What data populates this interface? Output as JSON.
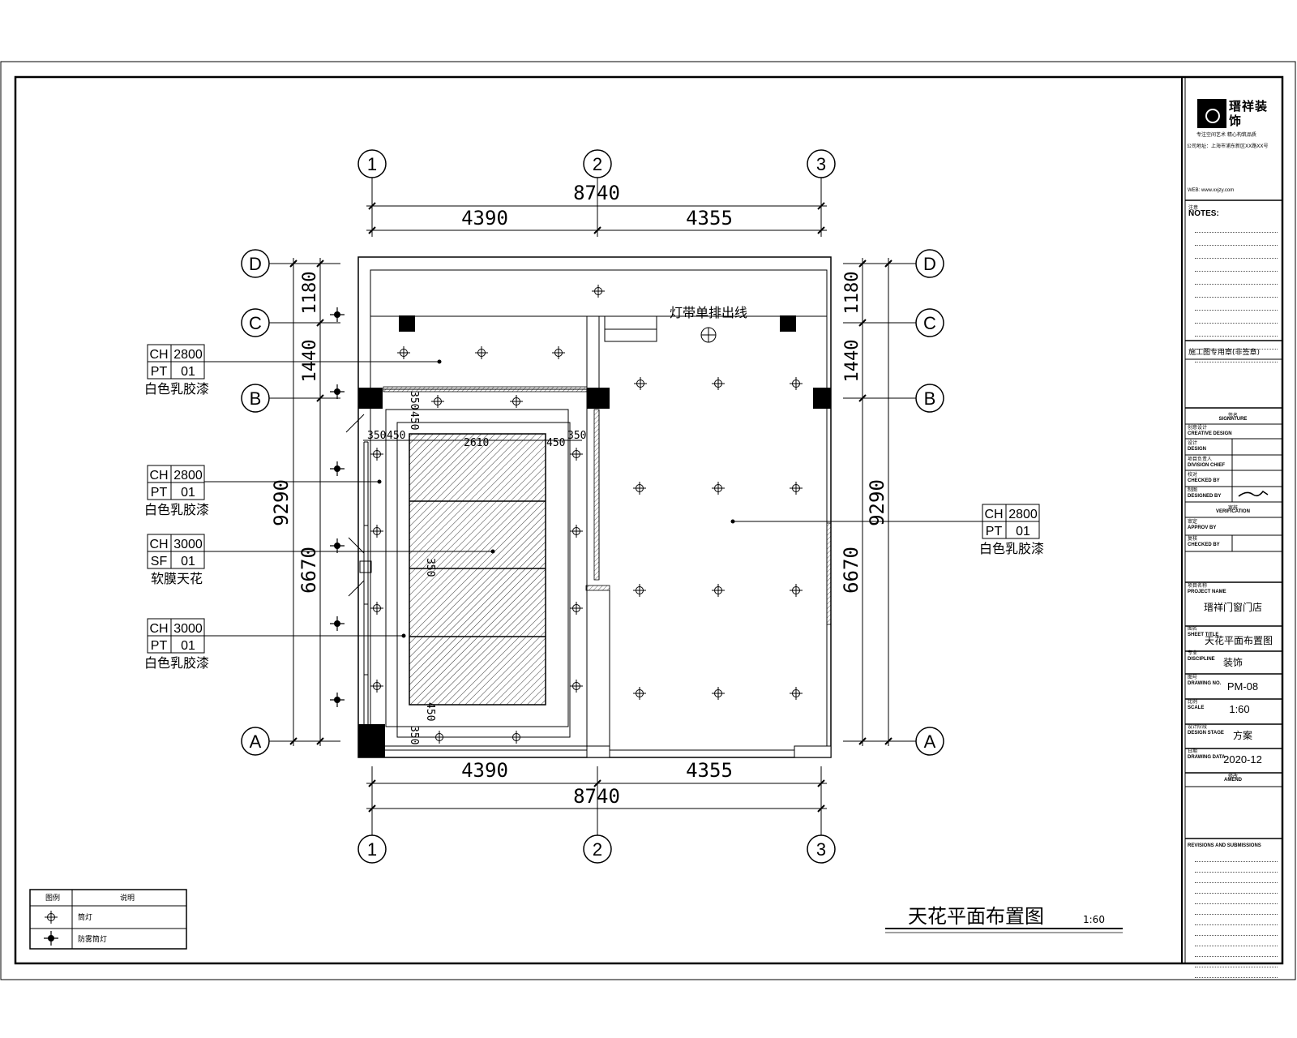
{
  "grid_top": [
    "1",
    "2",
    "3"
  ],
  "grid_bottom": [
    "1",
    "2",
    "3"
  ],
  "grid_left": [
    "D",
    "C",
    "B",
    "A"
  ],
  "grid_right": [
    "D",
    "C",
    "B",
    "A"
  ],
  "dims": {
    "overall": "8740",
    "left_bay": "4390",
    "right_bay": "4355",
    "height_total": "9290",
    "dc": "1180",
    "cb": "1440",
    "ba": "6670",
    "d350": "350",
    "d450": "450",
    "d2610": "2610",
    "d350b": "350",
    "d450b": "450",
    "d3500": "350",
    "d4500": "450",
    "d3350": "350",
    "d450v": "450"
  },
  "annotations": {
    "light_strip": "灯带单排出线"
  },
  "tags": [
    {
      "r1k": "CH",
      "r1v": "2800",
      "r2k": "PT",
      "r2v": "01",
      "desc": "白色乳胶漆"
    },
    {
      "r1k": "CH",
      "r1v": "2800",
      "r2k": "PT",
      "r2v": "01",
      "desc": "白色乳胶漆"
    },
    {
      "r1k": "CH",
      "r1v": "3000",
      "r2k": "SF",
      "r2v": "01",
      "desc": "软膜天花"
    },
    {
      "r1k": "CH",
      "r1v": "3000",
      "r2k": "PT",
      "r2v": "01",
      "desc": "白色乳胶漆"
    },
    {
      "r1k": "CH",
      "r1v": "2800",
      "r2k": "PT",
      "r2v": "01",
      "desc": "白色乳胶漆"
    }
  ],
  "legend": {
    "header_symbol": "图例",
    "header_desc": "说明",
    "row1": "筒灯",
    "row2": "防雾筒灯"
  },
  "drawing_title": "天花平面布置图",
  "drawing_scale": "1:60",
  "titleblock": {
    "company": "瑨祥装饰",
    "slogan": "专注空间艺术  精心构筑品质",
    "address": "公司地址：上海市浦东新区XX路XX号",
    "web": "WEB: www.xxjzy.com",
    "notes_label": "注意",
    "notes_title": "NOTES:",
    "project_stamp": "施工图专用章(非签章)",
    "signature_cn": "签名",
    "signature": "SIGNATURE",
    "creative_cn": "创意设计",
    "creative": "CREATIVE DESIGN",
    "design_cn": "设计",
    "design": "DESIGN",
    "division_cn": "项目负责人",
    "division": "DIVISION CHIEF",
    "checked_cn": "校对",
    "checked": "CHECKED BY",
    "designed_cn": "制图",
    "designed": "DESIGNED BY",
    "verification_cn": "审核",
    "verification": "VERIFICATION",
    "approv_cn": "审定",
    "approv": "APPROV BY",
    "checked2_cn": "复核",
    "checked2": "CHECKED BY",
    "project_cn": "项目名称",
    "project": "PROJECT NAME",
    "project_val": "瑨祥门窗门店",
    "sheet_cn": "图名",
    "sheet": "SHEET TITLE",
    "sheet_val": "天花平面布置图",
    "discipline_cn": "专业",
    "discipline": "DISCIPLINE",
    "discipline_val": "装饰",
    "drawing_no_cn": "图号",
    "drawing_no": "DRAWING NO.",
    "drawing_no_val": "PM-08",
    "scale_cn": "比例",
    "scale": "SCALE",
    "scale_val": "1:60",
    "stage_cn": "设计阶段",
    "stage": "DESIGN STAGE",
    "stage_val": "方案",
    "date_cn": "日期",
    "date": "DRAWING DATA",
    "date_val": "2020-12",
    "amend_cn": "修改",
    "amend": "AMEND",
    "revisions": "REVISIONS AND SUBMISSIONS"
  }
}
